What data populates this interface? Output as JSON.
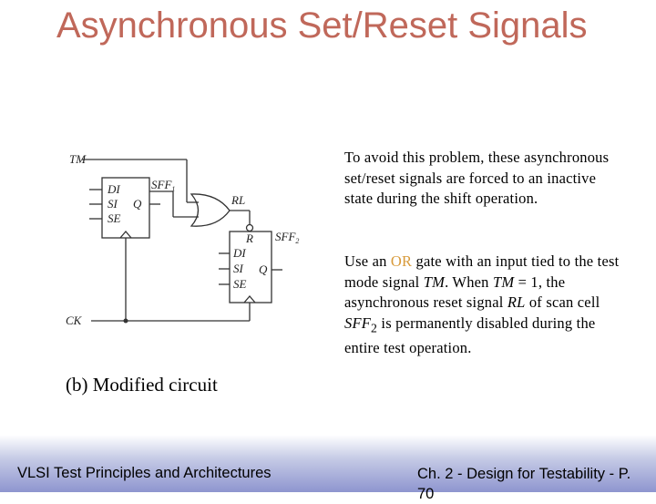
{
  "slide": {
    "title": "Asynchronous Set/Reset Signals",
    "caption": "(b) Modified circuit",
    "paragraph1": "To avoid this problem, these asynchronous set/reset signals are forced to an inactive state during the shift operation.",
    "paragraph2": {
      "pre": "Use an ",
      "or": "OR",
      "mid1": " gate with an input tied to the test mode signal ",
      "tm1": "TM",
      "mid2": ". When ",
      "tm2": "TM",
      "mid3": " = 1, the asynchronous reset signal ",
      "rl": "RL",
      "mid4": " of scan cell ",
      "sff": "SFF",
      "sub": "2",
      "post": " is permanently disabled during the entire test operation."
    },
    "footer_left": "VLSI Test Principles and Architectures",
    "footer_right": "Ch. 2 - Design for Testability - P. 70"
  },
  "circuit": {
    "tm": "TM",
    "ck": "CK",
    "sff1": "SFF",
    "sff1_sub": "1",
    "sff2": "SFF",
    "sff2_sub": "2",
    "rl": "RL",
    "r": "R",
    "di": "DI",
    "si": "SI",
    "se": "SE",
    "q": "Q"
  },
  "colors": {
    "title": "#c0685a",
    "highlight": "#d89a3a"
  }
}
